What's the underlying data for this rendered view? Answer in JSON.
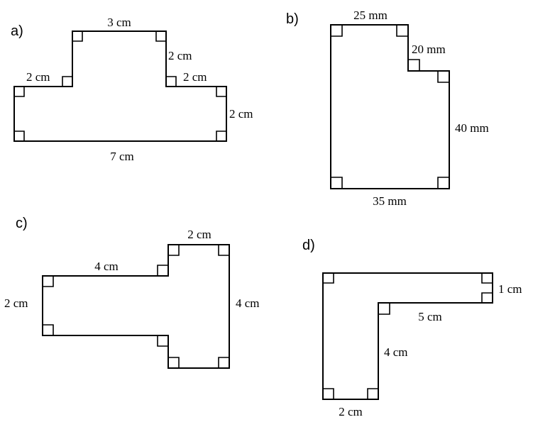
{
  "figures": {
    "a": {
      "label": "a)",
      "dims": {
        "top": "3 cm",
        "right_step_height": "2 cm",
        "left_shoulder": "2 cm",
        "right_shoulder": "2 cm",
        "right_side": "2 cm",
        "bottom": "7 cm"
      }
    },
    "b": {
      "label": "b)",
      "dims": {
        "top": "25 mm",
        "notch": "20 mm",
        "right_side": "40 mm",
        "bottom": "35 mm"
      }
    },
    "c": {
      "label": "c)",
      "dims": {
        "top": "2 cm",
        "arm": "4 cm",
        "left_side": "2 cm",
        "right_side": "4 cm"
      }
    },
    "d": {
      "label": "d)",
      "dims": {
        "arm_end": "1 cm",
        "inner_horizontal": "5 cm",
        "inner_vertical": "4 cm",
        "bottom": "2 cm"
      }
    }
  }
}
